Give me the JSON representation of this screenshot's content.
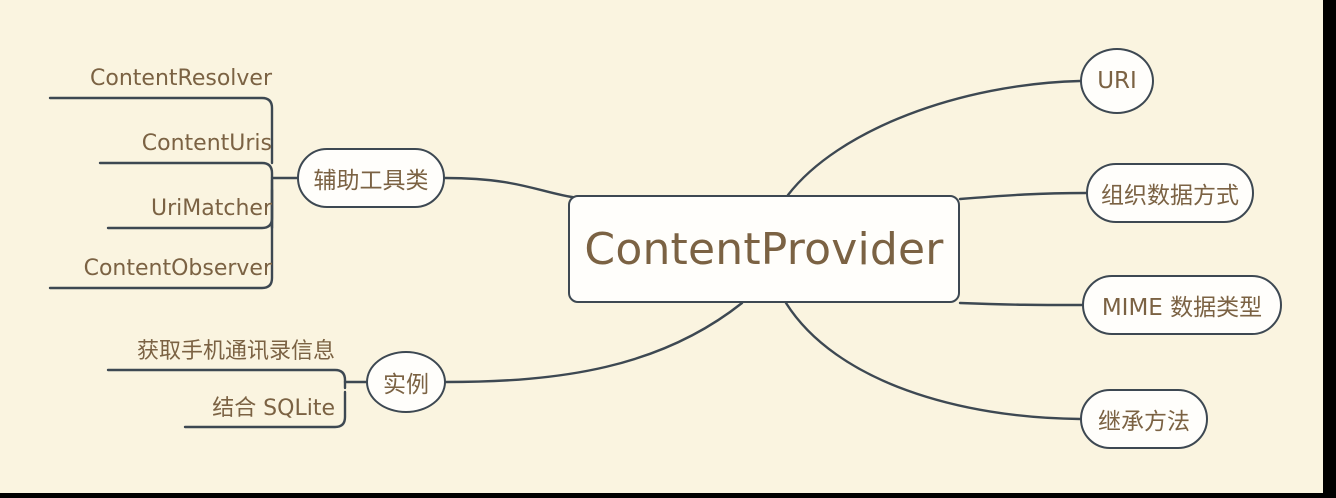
{
  "diagram": {
    "type": "mindmap",
    "title": "ContentProvider",
    "background_color": "#faf4e0",
    "text_color": "#7b6243",
    "line_color": "#3d4852",
    "node_fill": "#fffefb"
  },
  "center": {
    "label": "ContentProvider"
  },
  "branches": {
    "aux": {
      "label": "辅助工具类",
      "leaves": [
        {
          "label": "ContentResolver"
        },
        {
          "label": "ContentUris"
        },
        {
          "label": "UriMatcher"
        },
        {
          "label": "ContentObserver"
        }
      ]
    },
    "instance": {
      "label": "实例",
      "leaves": [
        {
          "label": "获取手机通讯录信息"
        },
        {
          "label": "结合 SQLite"
        }
      ]
    },
    "right": [
      {
        "label": "URI"
      },
      {
        "label": "组织数据方式"
      },
      {
        "label": "MIME 数据类型"
      },
      {
        "label": "继承方法"
      }
    ]
  }
}
